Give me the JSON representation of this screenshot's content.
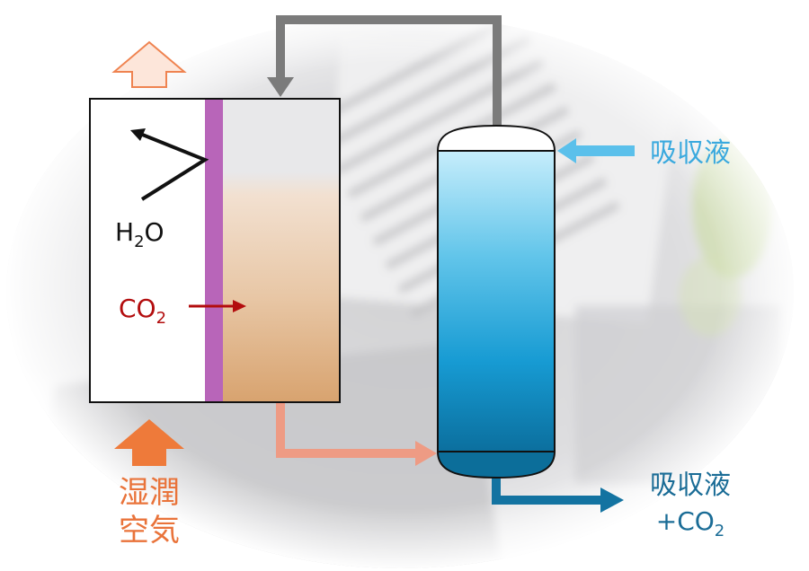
{
  "diagram": {
    "membrane_module": {
      "h2o_label": {
        "base": "H",
        "sub": "2",
        "tail": "O"
      },
      "co2_label": {
        "base": "CO",
        "sub": "2"
      }
    },
    "inlet_air_label": {
      "line1": "湿潤",
      "line2": "空気"
    },
    "absorbent_inlet_label": "吸収液",
    "absorbent_outlet_label": {
      "line1": "吸収液",
      "line2_base": "+CO",
      "line2_sub": "2"
    }
  },
  "colors": {
    "air_arrow": "#ee7a3a",
    "air_exhaust_fill": "#fde6da",
    "air_label": "#e9733a",
    "co2": "#b30d0e",
    "membrane": "#b865b9",
    "absorbent_in": "#5bc0eb",
    "absorbent_in_label": "#3aa9de",
    "absorbent_out": "#1373a1",
    "absorbent_out_label": "#1a6c96",
    "return_pipe": "#7b7b7b",
    "permeate_pipe": "#ee9b84"
  },
  "icons": {
    "air_inlet": "up-arrow-icon",
    "air_exhaust": "up-arrow-outline-icon",
    "water_reflection": "bounce-arrow-icon",
    "co2_transfer": "right-arrow-icon"
  }
}
